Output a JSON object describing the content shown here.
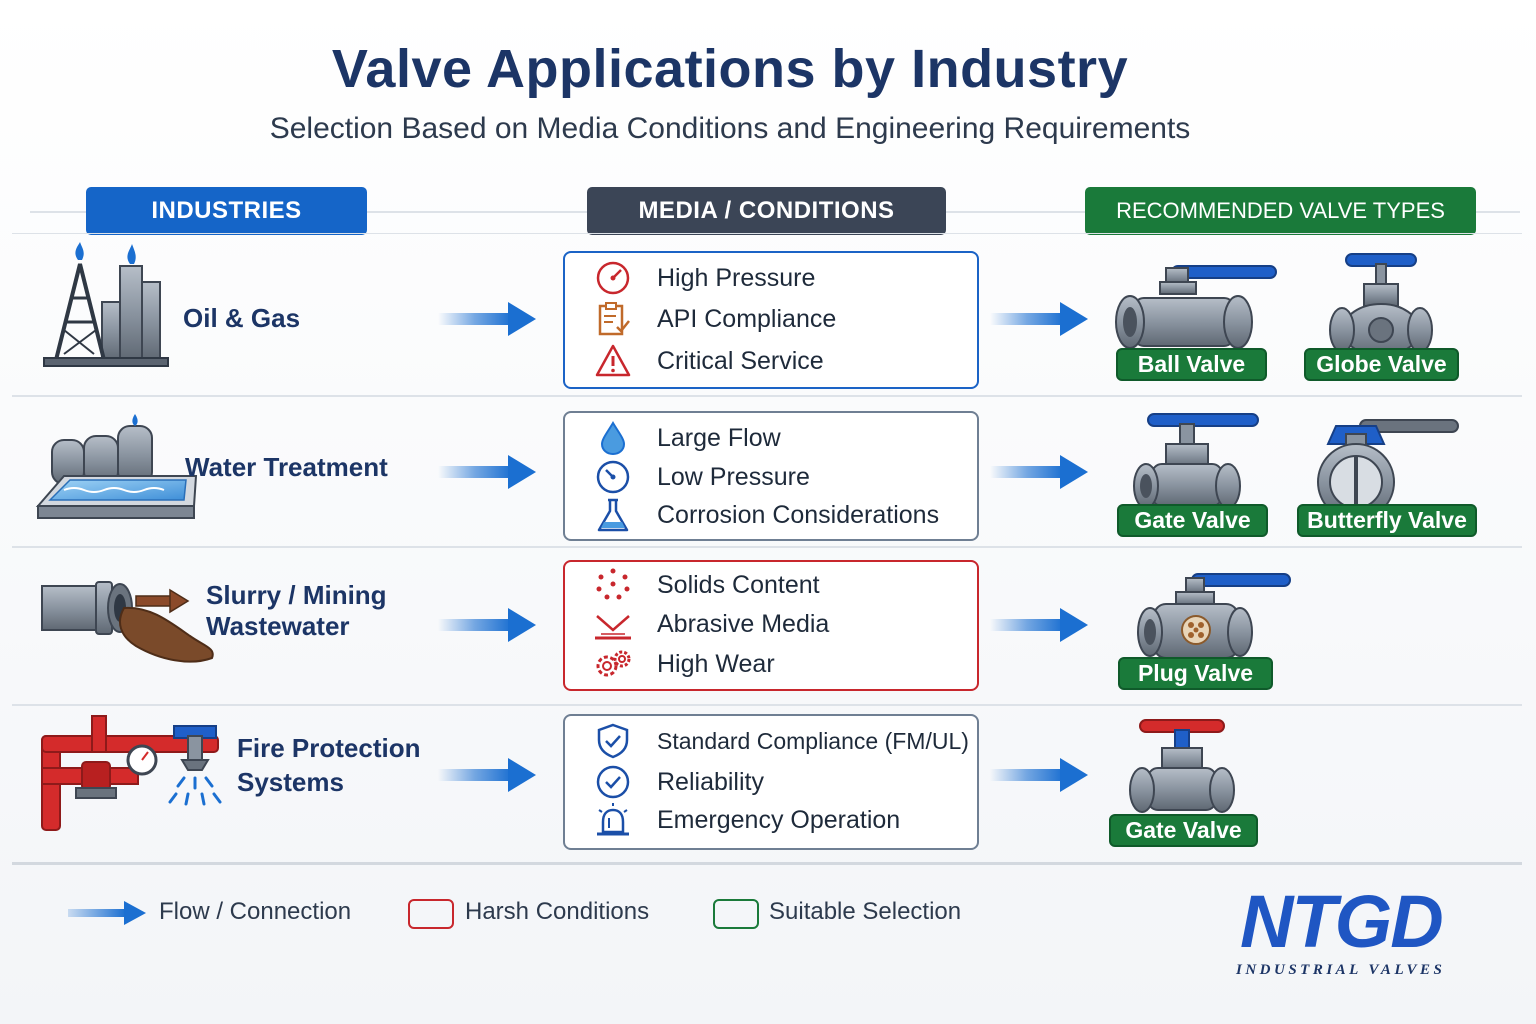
{
  "title": "Valve Applications by Industry",
  "subtitle": "Selection Based on Media Conditions and Engineering Requirements",
  "columns": {
    "industries": "INDUSTRIES",
    "media": "MEDIA / CONDITIONS",
    "valves": "RECOMMENDED VALVE TYPES"
  },
  "rows": [
    {
      "industry": "Oil & Gas",
      "industry_icon": "oil-rig-icon",
      "conditions": [
        {
          "icon": "pressure-gauge-icon",
          "text": "High Pressure"
        },
        {
          "icon": "clipboard-check-icon",
          "text": "API Compliance"
        },
        {
          "icon": "warning-icon",
          "text": "Critical Service"
        }
      ],
      "valves": [
        "Ball Valve",
        "Globe Valve"
      ]
    },
    {
      "industry": "Water Treatment",
      "industry_icon": "water-plant-icon",
      "conditions": [
        {
          "icon": "water-drop-icon",
          "text": "Large Flow"
        },
        {
          "icon": "gauge-icon",
          "text": "Low Pressure"
        },
        {
          "icon": "flask-icon",
          "text": "Corrosion Considerations"
        }
      ],
      "valves": [
        "Gate Valve",
        "Butterfly Valve"
      ]
    },
    {
      "industry_line1": "Slurry / Mining",
      "industry_line2": "Wastewater",
      "industry_icon": "slurry-pipe-icon",
      "conditions": [
        {
          "icon": "particles-icon",
          "text": "Solids Content"
        },
        {
          "icon": "abrasion-icon",
          "text": "Abrasive Media"
        },
        {
          "icon": "gears-icon",
          "text": "High Wear"
        }
      ],
      "valves": [
        "Plug Valve"
      ]
    },
    {
      "industry_line1": "Fire Protection",
      "industry_line2": "Systems",
      "industry_icon": "fire-sprinkler-icon",
      "conditions": [
        {
          "icon": "shield-check-icon",
          "text": "Standard Compliance (FM/UL)"
        },
        {
          "icon": "check-circle-icon",
          "text": "Reliability"
        },
        {
          "icon": "alarm-light-icon",
          "text": "Emergency Operation"
        }
      ],
      "valves": [
        "Gate Valve"
      ]
    }
  ],
  "legend": {
    "flow": "Flow / Connection",
    "harsh": "Harsh Conditions",
    "suitable": "Suitable Selection"
  },
  "logo": {
    "main": "NTGD",
    "sub": "INDUSTRIAL VALVES"
  },
  "colors": {
    "title": "#1c3566",
    "industries_header": "#1565c8",
    "media_header": "#3b4556",
    "valves_header": "#1a7a3a",
    "harsh": "#c8272d",
    "arrow": "#1b6fd1"
  }
}
